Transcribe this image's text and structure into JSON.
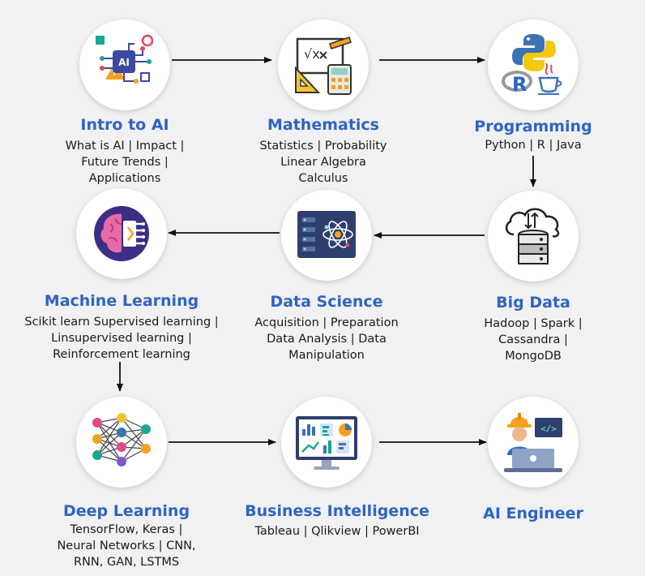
{
  "nodes": {
    "intro_ai": {
      "title": "Intro to AI",
      "lines": [
        "What is AI | Impact |",
        "Future Trends |",
        "Applications"
      ],
      "icon": "ai-chip-icon"
    },
    "mathematics": {
      "title": "Mathematics",
      "lines": [
        "Statistics | Probability",
        "Linear Algebra",
        "Calculus"
      ],
      "icon": "math-board-icon"
    },
    "programming": {
      "title": "Programming",
      "lines": [
        "Python | R | Java"
      ],
      "icon": "programming-languages-icon"
    },
    "big_data": {
      "title": "Big Data",
      "lines": [
        "Hadoop | Spark |",
        "Cassandra |",
        "MongoDB"
      ],
      "icon": "cloud-database-icon"
    },
    "data_science": {
      "title": "Data Science",
      "lines": [
        "Acquisition | Preparation",
        "Data Analysis | Data",
        "Manipulation"
      ],
      "icon": "data-science-icon"
    },
    "machine_learning": {
      "title": "Machine Learning",
      "lines": [
        "Scikit learn Supervised learning |",
        "Linsupervised learning |",
        "Reinforcement learning"
      ],
      "icon": "brain-chip-icon"
    },
    "deep_learning": {
      "title": "Deep Learning",
      "lines": [
        "TensorFlow, Keras |",
        "Neural Networks | CNN,",
        "RNN, GAN, LSTMS"
      ],
      "icon": "neural-network-icon"
    },
    "business_intelligence": {
      "title": "Business Intelligence",
      "lines": [
        "Tableau | Qlikview | PowerBI"
      ],
      "icon": "dashboard-icon"
    },
    "ai_engineer": {
      "title": "AI Engineer",
      "lines": [],
      "icon": "engineer-icon"
    }
  },
  "colors": {
    "title": "#2f64c3",
    "text": "#1a1a1a",
    "arrow": "#111111",
    "background": "#f1f1f3"
  }
}
